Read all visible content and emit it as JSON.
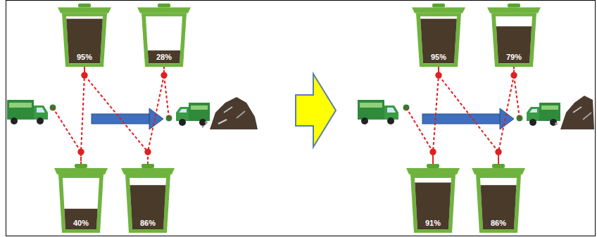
{
  "diagram": {
    "nodes": [
      {
        "text": [
          "95%"
        ]
      },
      {
        "text": [
          "28%"
        ]
      },
      {
        "text": [
          "40%"
        ]
      },
      {
        "text": [
          "86%"
        ]
      },
      {
        "text": [
          "95%"
        ]
      },
      {
        "text": [
          "79%"
        ]
      },
      {
        "text": [
          "91%"
        ]
      },
      {
        "text": [
          "86%"
        ]
      }
    ],
    "edges": [
      {
        "from": 2,
        "to": 0,
        "arrow": "none"
      },
      {
        "from": 0,
        "to": 3,
        "arrow": "none"
      },
      {
        "from": 3,
        "to": 1,
        "arrow": "none"
      },
      {
        "from": 6,
        "to": 4,
        "arrow": "none"
      },
      {
        "from": 4,
        "to": 7,
        "arrow": "none"
      },
      {
        "from": 7,
        "to": 5,
        "arrow": "none"
      }
    ]
  }
}
